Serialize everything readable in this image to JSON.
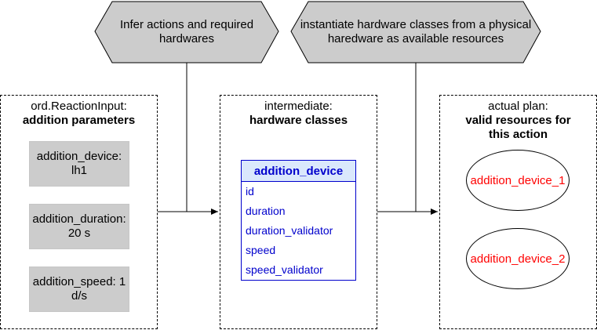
{
  "annotations": {
    "infer": "Infer actions and required hardwares",
    "instantiate": "instantiate hardware classes from a physical haredware as available resources"
  },
  "input_box": {
    "title": "ord.ReactionInput:",
    "subtitle": "addition parameters",
    "params": [
      "addition_device: lh1",
      "addition_duration: 20 s",
      "addition_speed: 1 d/s"
    ]
  },
  "intermediate_box": {
    "title": "intermediate:",
    "subtitle": "hardware classes",
    "class_name": "addition_device",
    "attributes": [
      "id",
      "duration",
      "duration_validator",
      "speed",
      "speed_validator"
    ]
  },
  "plan_box": {
    "title": "actual plan:",
    "subtitle": "valid resources for this action",
    "resources": [
      "addition_device_1",
      "addition_device_2"
    ]
  },
  "colors": {
    "hex_fill": "#cccccc",
    "param_fill": "#cccccc",
    "class_border": "#0000cc",
    "class_header_fill": "#dae8fc",
    "resource_text": "#ff0000"
  }
}
